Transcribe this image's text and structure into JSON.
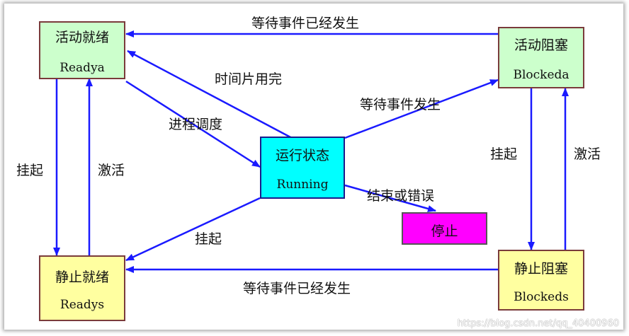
{
  "nodes": {
    "active_ready": {
      "cn": "活动就绪",
      "en": "Readya"
    },
    "active_blocked": {
      "cn": "活动阻塞",
      "en": "Blockeda"
    },
    "running": {
      "cn": "运行状态",
      "en": "Running"
    },
    "stop": {
      "cn": "停止"
    },
    "static_ready": {
      "cn": "静止就绪",
      "en": "Readys"
    },
    "static_blocked": {
      "cn": "静止阻塞",
      "en": "Blockeds"
    }
  },
  "edges": {
    "top_wait_done": "等待事件已经发生",
    "time_slice": "时间片用完",
    "schedule": "进程调度",
    "wait_event": "等待事件发生",
    "end_error": "结束或错误",
    "suspend_left": "挂起",
    "activate_left": "激活",
    "suspend_right": "挂起",
    "activate_right": "激活",
    "suspend_running": "挂起",
    "bottom_wait_done": "等待事件已经发生"
  },
  "watermark": "https://blog.csdn.net/qq_40400960",
  "colors": {
    "arrow": "#1a1aff",
    "cyan": "#00ffff",
    "magenta": "#ff00ff",
    "green": "#ccffcc",
    "yellow": "#ffffa0"
  }
}
